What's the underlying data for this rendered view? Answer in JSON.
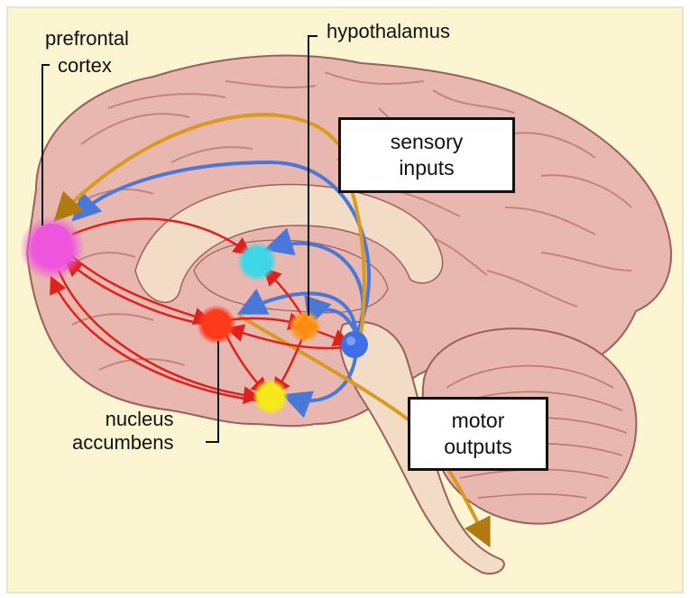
{
  "labels": {
    "prefrontal_cortex": [
      "prefrontal",
      "cortex"
    ],
    "hypothalamus": "hypothalamus",
    "nucleus_accumbens": [
      "nucleus",
      "accumbens"
    ],
    "sensory_inputs": [
      "sensory",
      "inputs"
    ],
    "motor_outputs": [
      "motor",
      "outputs"
    ]
  },
  "colors": {
    "background": "#fbf5d2",
    "brain_tissue": "#e8b7b0",
    "brain_outline": "#9c5f5a",
    "prefrontal_cortex": "#ee55dd",
    "hippocampus_region": "#3fd6e6",
    "nucleus_accumbens": "#ff3a1a",
    "hypothalamus": "#ff9a2a",
    "midbrain_node": "#3f6fe8",
    "lower_node": "#f5e81c",
    "red_arrows": "#e0201a",
    "blue_arrows": "#4a78d8",
    "gold_arrows": "#d99a1e"
  }
}
